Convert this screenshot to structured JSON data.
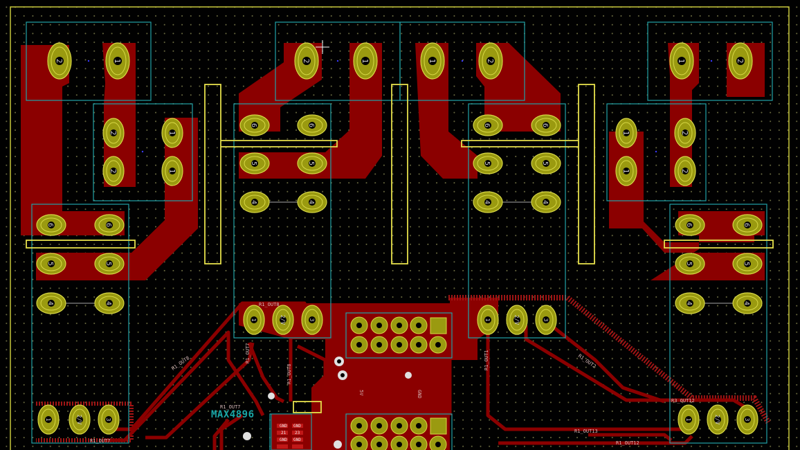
{
  "window": {
    "view": "PCB layout editor canvas"
  },
  "colors": {
    "background": "#010101",
    "copper": "#8b0000",
    "pad": "#8c8c00",
    "pad_ring": "#d8d845",
    "courtyard": "#21a3a8",
    "silkscreen": "#e6e04c",
    "board_edge": "#c8c83c",
    "via": "#e0e0e0",
    "chip_label": "#1aa6a6"
  },
  "chip": {
    "label": "MAX4896"
  },
  "pins": {
    "one": "1",
    "two": "2",
    "three": "3",
    "four": "4",
    "five": "5",
    "six": "6",
    "com": "2/V"
  },
  "nets": {
    "r1_out8": "R1_OUT8",
    "r1_out7": "R1_OUT7",
    "r1_out1": "R1_OUT1",
    "r1_out2": "R1_OUT2",
    "r3_out12": "R3_OUT12",
    "r1_out13": "R1_OUT13",
    "r1_out12": "R1_OUT12",
    "five_v": "5V",
    "gnd": "GND"
  },
  "ic_pins": {
    "gnd": "GND",
    "pin21": "21",
    "pin23": "23"
  },
  "icons": {
    "cursor": "crosshair-cursor-icon"
  }
}
